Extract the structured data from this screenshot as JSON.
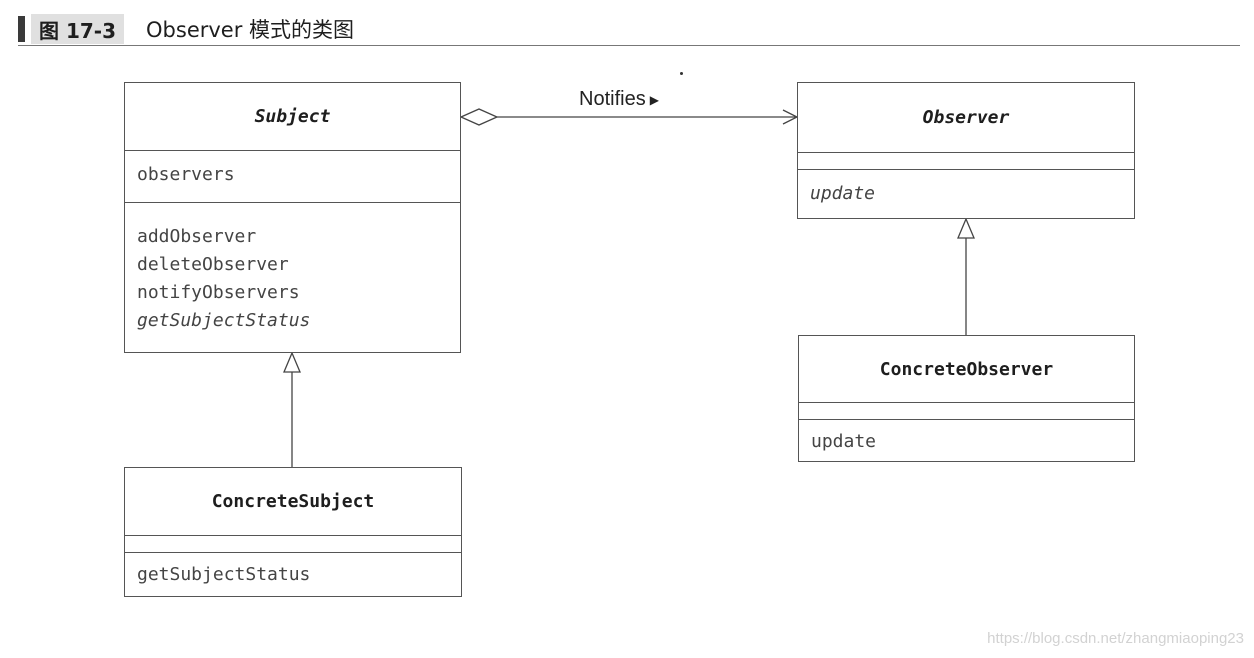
{
  "caption": {
    "figure_number": "图 17-3",
    "title": "Observer 模式的类图"
  },
  "classes": {
    "subject": {
      "name": "Subject",
      "attributes": [
        "observers"
      ],
      "operations": [
        "addObserver",
        "deleteObserver",
        "notifyObservers",
        "getSubjectStatus"
      ]
    },
    "concrete_subject": {
      "name": "ConcreteSubject",
      "operations": [
        "getSubjectStatus"
      ]
    },
    "observer": {
      "name": "Observer",
      "operations": [
        "update"
      ]
    },
    "concrete_observer": {
      "name": "ConcreteObserver",
      "operations": [
        "update"
      ]
    }
  },
  "association": {
    "label": "Notifies",
    "arrow": "▶"
  },
  "watermark": "https://blog.csdn.net/zhangmiaoping23"
}
